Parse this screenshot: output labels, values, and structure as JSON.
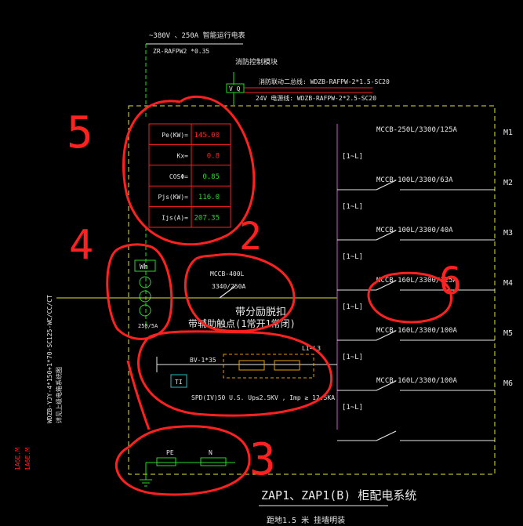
{
  "colors": {
    "background": "#000000",
    "white": "#e6e6e6",
    "red": "#ff2020",
    "green": "#22dd22",
    "yellow": "#e6e632",
    "magenta": "#c040c0",
    "cyan": "#20c0c0"
  },
  "header": {
    "supply_line_1": "~380V 、250A 智能运行电表",
    "supply_line_2": "ZR-RAFPW2 *0.35",
    "fire_control": "消防控制模块",
    "vq_label": "V Q",
    "fire_linkage": "消防联动二总线: WDZB-RAFPW-2*1.5-SC20",
    "dc_power": "24V 电源线: WDZB-RAFPW-2*2.5-SC20"
  },
  "params": [
    {
      "label": "Pe(KW)=",
      "value": "145.00"
    },
    {
      "label": "Kx=",
      "value": "0.8"
    },
    {
      "label": "COSΦ=",
      "value": "0.85"
    },
    {
      "label": "Pjs(KW)=",
      "value": "116.0"
    },
    {
      "label": "Ijs(A)=",
      "value": "207.35"
    }
  ],
  "meter": {
    "label": "Wh",
    "ct_label": "250/5A"
  },
  "main_breaker": {
    "line1": "MCCB-400L",
    "line2": "3340/250A",
    "desc1": "带分励脱扣",
    "desc2": "带辅助触点(1常开1常闭)"
  },
  "spd": {
    "cable": "BV-1*35",
    "terminal": "LI~L3",
    "box": "TI",
    "spec": "SPD(IV)50  U.S. Up≤2.5KV , Imp ≥ 12.5KA"
  },
  "busbar": {
    "pe": "PE",
    "n": "N"
  },
  "outgoing": [
    {
      "breaker": "MCCB-250L/3300/125A",
      "phase": "[1~L]",
      "circuit": "M1"
    },
    {
      "breaker": "MCCB-100L/3300/63A",
      "phase": "[1~L]",
      "circuit": "M2"
    },
    {
      "breaker": "MCCB-100L/3300/40A",
      "phase": "[1~L]",
      "circuit": "M3"
    },
    {
      "breaker": "MCCB-160L/3300/125A",
      "phase": "[1~L]",
      "circuit": "M4"
    },
    {
      "breaker": "MCCB-160L/3300/100A",
      "phase": "[1~L]",
      "circuit": "M5"
    },
    {
      "breaker": "MCCB-160L/3300/100A",
      "phase": "[1~L]",
      "circuit": "M6"
    }
  ],
  "left_cable": {
    "line1": "WDZB-YJY-4*150+1*70-SC125-WC/CC/CT",
    "line2": "详见上级电箱系统图"
  },
  "left_red_text": {
    "line1": "1A6E.M",
    "line2": "1A6E.M"
  },
  "title": {
    "main": "ZAP1、ZAP1(B) 柜配电系统",
    "sub": "距地1.5 米 挂墙明装"
  },
  "annotations": [
    "5",
    "4",
    "2",
    "3",
    "6"
  ]
}
